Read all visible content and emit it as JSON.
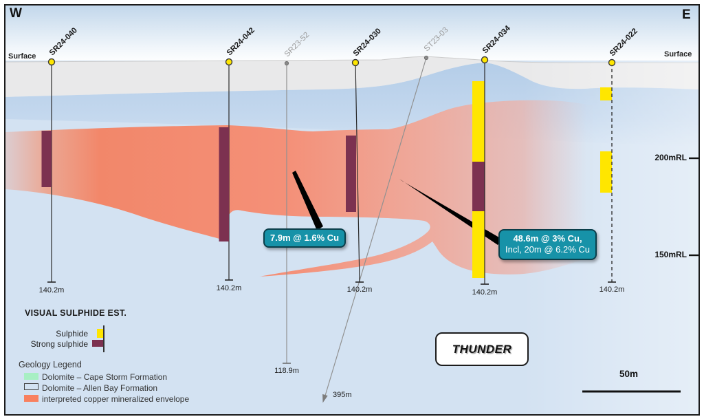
{
  "header": {
    "west": "W",
    "east": "E",
    "surface_left": "Surface",
    "surface_right": "Surface"
  },
  "elevation_marks": [
    {
      "label": "200mRL"
    },
    {
      "label": "150mRL"
    }
  ],
  "drillholes": [
    {
      "name": "SR24-040",
      "depth": "140.2m"
    },
    {
      "name": "SR24-042",
      "depth": "140.2m"
    },
    {
      "name": "SR23-52",
      "depth": "118.9m"
    },
    {
      "name": "SR24-030",
      "depth": "140.2m"
    },
    {
      "name": "ST23-03",
      "depth": "395m"
    },
    {
      "name": "SR24-034",
      "depth": "140.2m"
    },
    {
      "name": "SR24-022",
      "depth": "140.2m"
    }
  ],
  "callouts": [
    {
      "lines": [
        "7.9m @ 1.6% Cu"
      ]
    },
    {
      "lines": [
        "48.6m @ 3% Cu,",
        "Incl, 20m @ 6.2% Cu"
      ]
    }
  ],
  "prospect_label": "THUNDER",
  "scale_bar": {
    "label": "50m"
  },
  "sulphide_legend": {
    "title": "VISUAL SULPHIDE EST.",
    "items": [
      {
        "label": "Sulphide",
        "color": "#ffe600"
      },
      {
        "label": "Strong sulphide",
        "color": "#7c3150"
      }
    ]
  },
  "geology_legend": {
    "title": "Geology Legend",
    "items": [
      {
        "label": "Dolomite – Cape Storm Formation",
        "color": "#a7efc3"
      },
      {
        "label": "Dolomite – Allen Bay Formation",
        "color": "transparent"
      },
      {
        "label": "interpreted copper mineralized envelope",
        "color": "#f8805f"
      }
    ]
  },
  "colors": {
    "sky_blue": "#c2d7eb",
    "overburden_gray": "#e9e9ea",
    "upper_blue_band": "#b7cfe9",
    "host_blue": "#d3e2f2",
    "envelope_salmon": "#f28a6c",
    "sulphide_yellow": "#ffe600",
    "strong_sulphide_maroon": "#7c3150",
    "callout_teal": "#1792a8",
    "callout_border": "#0b3e4a"
  }
}
